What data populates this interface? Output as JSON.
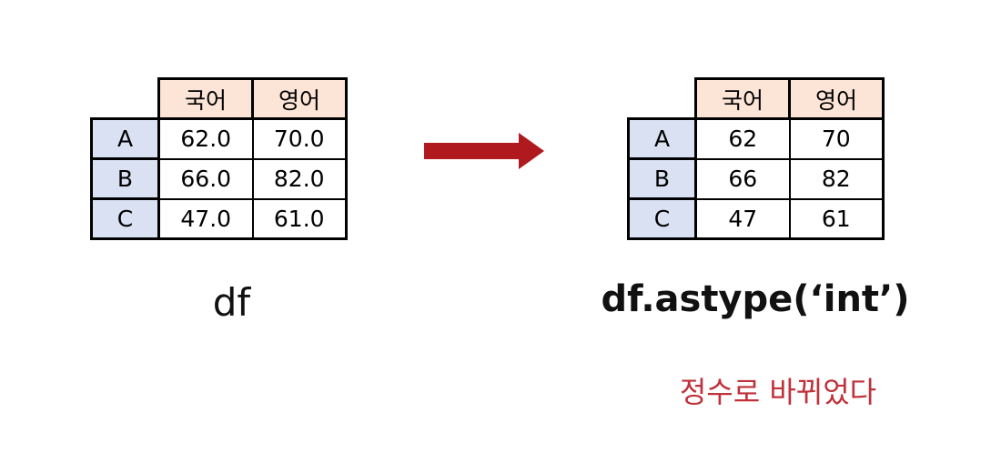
{
  "left_table": {
    "columns": [
      "국어",
      "영어"
    ],
    "rows": [
      {
        "label": "A",
        "values": [
          "62.0",
          "70.0"
        ]
      },
      {
        "label": "B",
        "values": [
          "66.0",
          "82.0"
        ]
      },
      {
        "label": "C",
        "values": [
          "47.0",
          "61.0"
        ]
      }
    ]
  },
  "right_table": {
    "columns": [
      "국어",
      "영어"
    ],
    "rows": [
      {
        "label": "A",
        "values": [
          "62",
          "70"
        ]
      },
      {
        "label": "B",
        "values": [
          "66",
          "82"
        ]
      },
      {
        "label": "C",
        "values": [
          "47",
          "61"
        ]
      }
    ]
  },
  "left_caption": "df",
  "right_caption": "df.astype(‘int’)",
  "note": "정수로 바뀌었다",
  "colors": {
    "column_header_bg": "#fce4d6",
    "row_header_bg": "#d9e1f2",
    "arrow": "#b0191e",
    "note_text": "#c0313a"
  }
}
